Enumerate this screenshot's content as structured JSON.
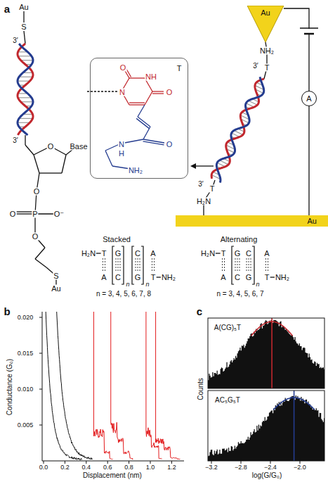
{
  "diagram": {
    "nodes": [
      {
        "text": [
          "Au"
        ]
      },
      {
        "text": [
          "A"
        ]
      },
      {
        "text": [
          "O",
          "NH",
          "O",
          "N",
          "T",
          "N",
          "H",
          "O",
          "NH₂"
        ]
      },
      {
        "text": [
          "Au"
        ]
      }
    ],
    "edges": [
      {
        "from": 0,
        "to": 1,
        "arrow": "none"
      },
      {
        "from": 1,
        "to": 3,
        "arrow": "none"
      }
    ],
    "labels": [
      "a",
      "Au",
      "S",
      "3′",
      "3′",
      "O",
      "Base",
      "O",
      "P",
      "O",
      "O⁻",
      "O",
      "S",
      "Au",
      "NH₂",
      "3′",
      "T",
      "3′",
      "T",
      "H₂N",
      "Stacked",
      "H₂N",
      "T",
      "G",
      "C",
      "A",
      "A",
      "C",
      "n",
      "G",
      "n",
      "T",
      "NH₂",
      "n = 3, 4, 5, 6, 7, 8",
      "Alternating",
      "H₂N",
      "T",
      "G",
      "C",
      "A",
      "A",
      "C",
      "G",
      "n",
      "T",
      "NH₂",
      "n = 3, 4, 5, 6, 7",
      "b",
      "Conductance (G₀)",
      "0.020",
      "0.015",
      "0.010",
      "0.005",
      "0.0",
      "0.2",
      "0.4",
      "0.6",
      "0.8",
      "1.0",
      "1.2",
      "Displacement (nm)",
      "c",
      "Counts",
      "A(CG)₅T",
      "AC₅G₅T",
      "−3.2",
      "−2.8",
      "−2.4",
      "−2.0",
      "log(G/G₀)"
    ]
  }
}
